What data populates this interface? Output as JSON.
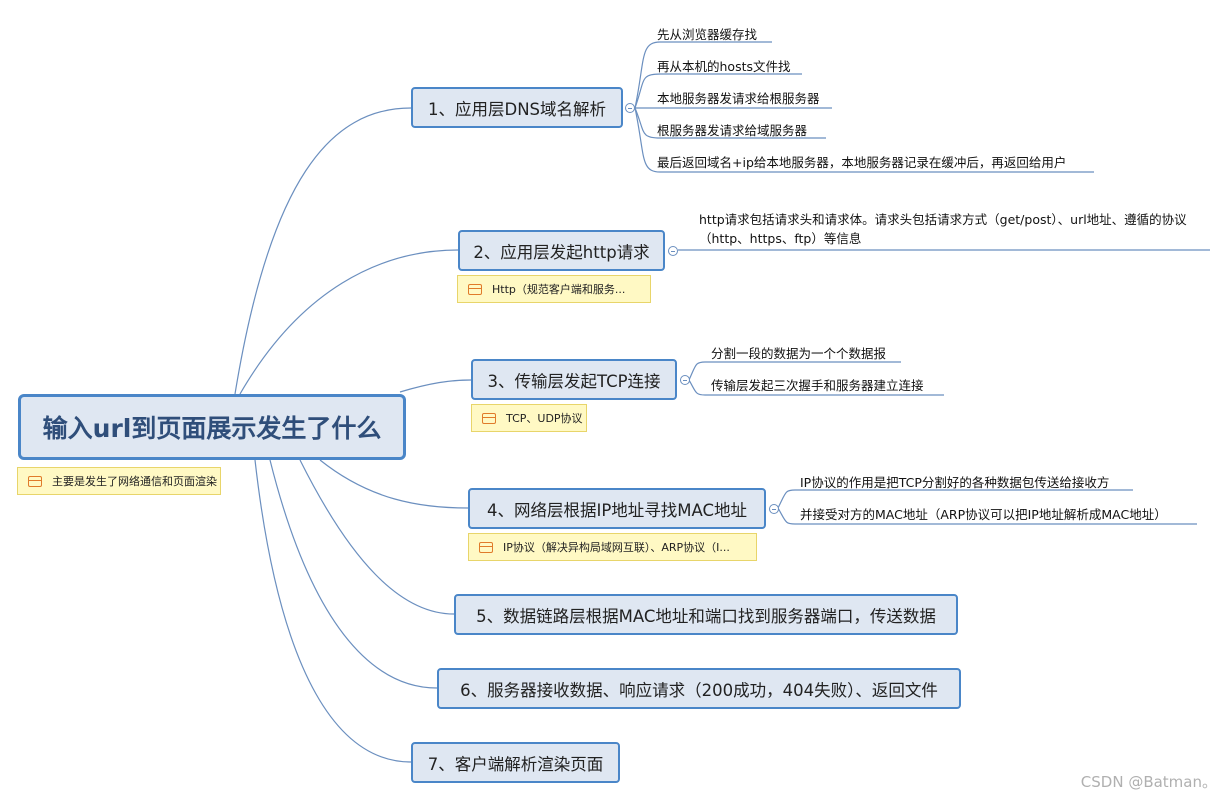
{
  "root": {
    "title": "输入url到页面展示发生了什么",
    "note": "主要是发生了网络通信和页面渲染"
  },
  "topics": [
    {
      "label": "1、应用层DNS域名解析",
      "children": [
        "先从浏览器缓存找",
        "再从本机的hosts文件找",
        "本地服务器发请求给根服务器",
        "根服务器发请求给域服务器",
        "最后返回域名+ip给本地服务器，本地服务器记录在缓冲后，再返回给用户"
      ]
    },
    {
      "label": "2、应用层发起http请求",
      "note": "Http（规范客户端和服务...",
      "children": [
        "http请求包括请求头和请求体。请求头包括请求方式（get/post）、url地址、遵循的协议（http、https、ftp）等信息"
      ]
    },
    {
      "label": "3、传输层发起TCP连接",
      "note": "TCP、UDP协议",
      "children": [
        "分割一段的数据为一个个数据报",
        "传输层发起三次握手和服务器建立连接"
      ]
    },
    {
      "label": "4、网络层根据IP地址寻找MAC地址",
      "note": "IP协议（解决异构局域网互联）、ARP协议（I...",
      "children": [
        "IP协议的作用是把TCP分割好的各种数据包传送给接收方",
        "并接受对方的MAC地址（ARP协议可以把IP地址解析成MAC地址）"
      ]
    },
    {
      "label": "5、数据链路层根据MAC地址和端口找到服务器端口，传送数据"
    },
    {
      "label": "6、服务器接收数据、响应请求（200成功，404失败）、返回文件"
    },
    {
      "label": "7、客户端解析渲染页面"
    }
  ],
  "watermark": "CSDN @Batman。",
  "colors": {
    "line": "#6b8fbf",
    "topic_border": "#4a86c8",
    "topic_fill": "#dfe7f2",
    "note_fill": "#fff9c4"
  }
}
